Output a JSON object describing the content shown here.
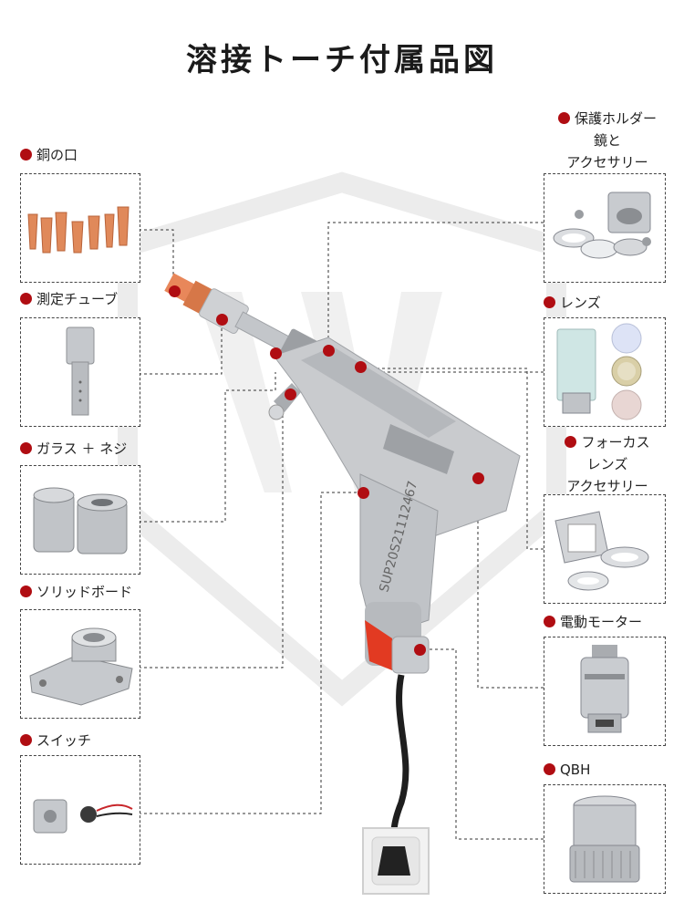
{
  "title": "溶接トーチ付属品図",
  "torch_serial": "SUP20S21112467",
  "parts": {
    "copper_nozzle": "銅の口",
    "measuring_tube": "測定チューブ",
    "glass_screw": "ガラス ＋ ネジ",
    "solid_board": "ソリッドボード",
    "switch": "スイッチ",
    "protective_holder_line1": "保護ホルダー",
    "protective_holder_line2": "鏡と",
    "protective_holder_line3": "アクセサリー",
    "lens": "レンズ",
    "focus_lens_line1": "フォーカス",
    "focus_lens_line2": "レンズ",
    "focus_lens_line3": "アクセサリー",
    "motor": "電動モーター",
    "qbh": "QBH"
  },
  "colors": {
    "accent_dot": "#b00d12",
    "copper": "#e08a5a",
    "metal": "#b9bcc0",
    "dark": "#1e1e1e"
  }
}
